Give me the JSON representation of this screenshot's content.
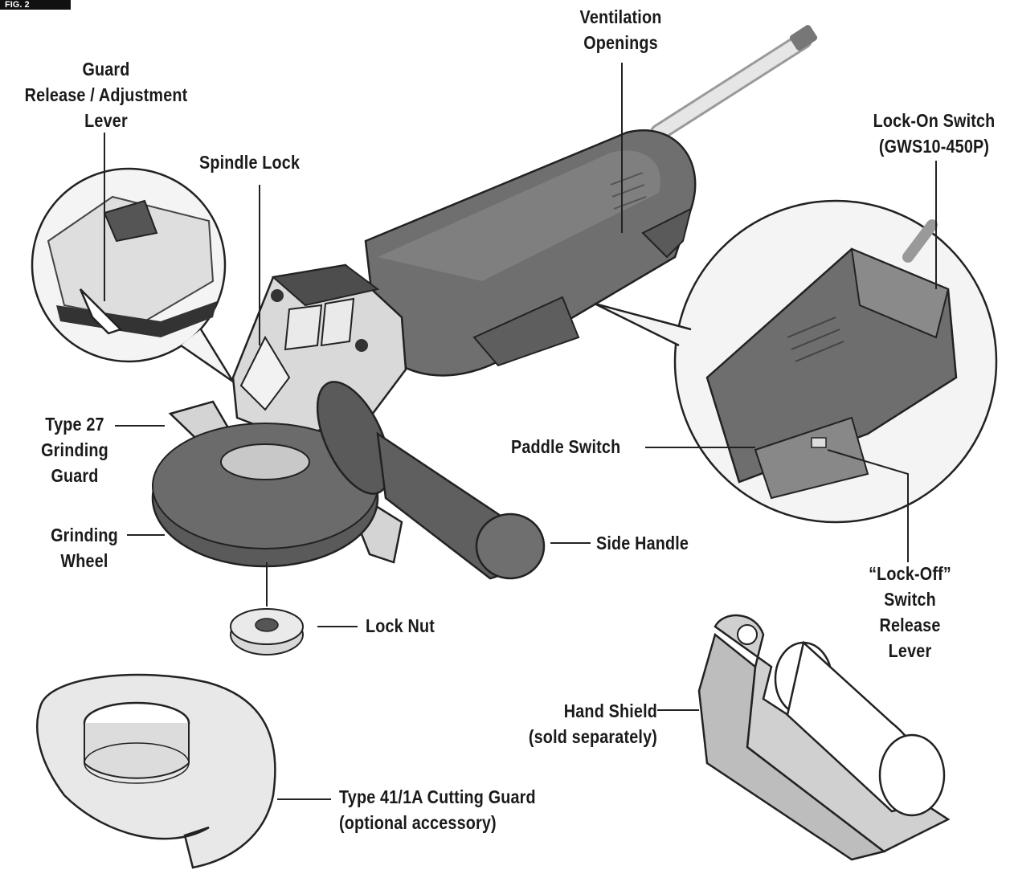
{
  "figure_tag": "FIG. 2",
  "labels": {
    "guard_release": [
      "Guard",
      "Release / Adjustment",
      "Lever"
    ],
    "spindle_lock": "Spindle Lock",
    "ventilation": [
      "Ventilation",
      "Openings"
    ],
    "lock_on_switch": [
      "Lock-On Switch",
      "(GWS10-450P)"
    ],
    "type27_guard": [
      "Type 27",
      "Grinding",
      "Guard"
    ],
    "paddle_switch": "Paddle Switch",
    "grinding_wheel": [
      "Grinding",
      "Wheel"
    ],
    "side_handle": "Side Handle",
    "lock_nut": "Lock Nut",
    "lock_off_lever": [
      "“Lock-Off”",
      "Switch",
      "Release",
      "Lever"
    ],
    "hand_shield": [
      "Hand Shield",
      "(sold separately)"
    ],
    "cutting_guard": [
      "Type 41/1A Cutting Guard",
      "(optional accessory)"
    ]
  }
}
